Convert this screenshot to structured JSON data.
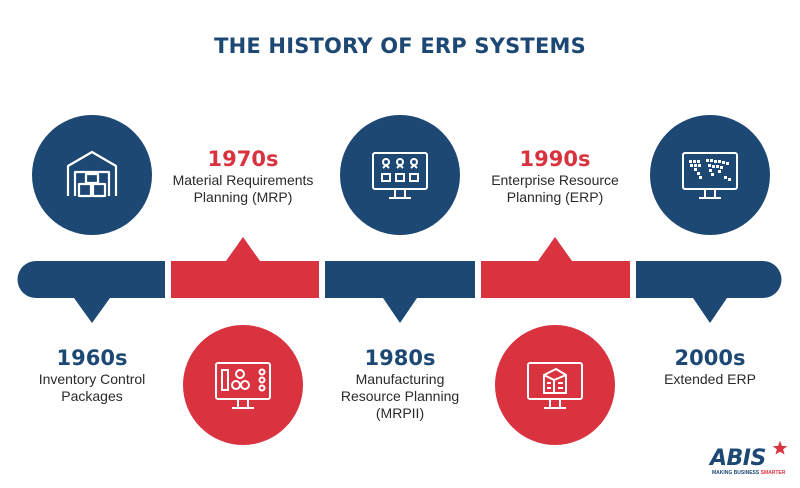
{
  "title": "THE HISTORY OF ERP SYSTEMS",
  "colors": {
    "blue": "#1d4874",
    "red": "#d9333f",
    "background": "#ffffff"
  },
  "eras": [
    {
      "year": "1960s",
      "description": [
        "Inventory Control",
        "Packages"
      ],
      "color": "blue",
      "icon": "warehouse-boxes-icon"
    },
    {
      "year": "1970s",
      "description": [
        "Material Requirements",
        "Planning (MRP)"
      ],
      "color": "red",
      "icon": "monitor-stacked-boxes-icon"
    },
    {
      "year": "1980s",
      "description": [
        "Manufacturing",
        "Resource Planning",
        "(MRPII)"
      ],
      "color": "blue",
      "icon": "monitor-hierarchy-icon"
    },
    {
      "year": "1990s",
      "description": [
        "Enterprise Resource",
        "Planning (ERP)"
      ],
      "color": "red",
      "icon": "monitor-building-icon"
    },
    {
      "year": "2000s",
      "description": [
        "Extended ERP"
      ],
      "color": "blue",
      "icon": "monitor-world-map-icon"
    }
  ],
  "logo": {
    "name": "ABIS",
    "tagline_a": "MAKING BUSINESS ",
    "tagline_b": "SMARTER"
  }
}
